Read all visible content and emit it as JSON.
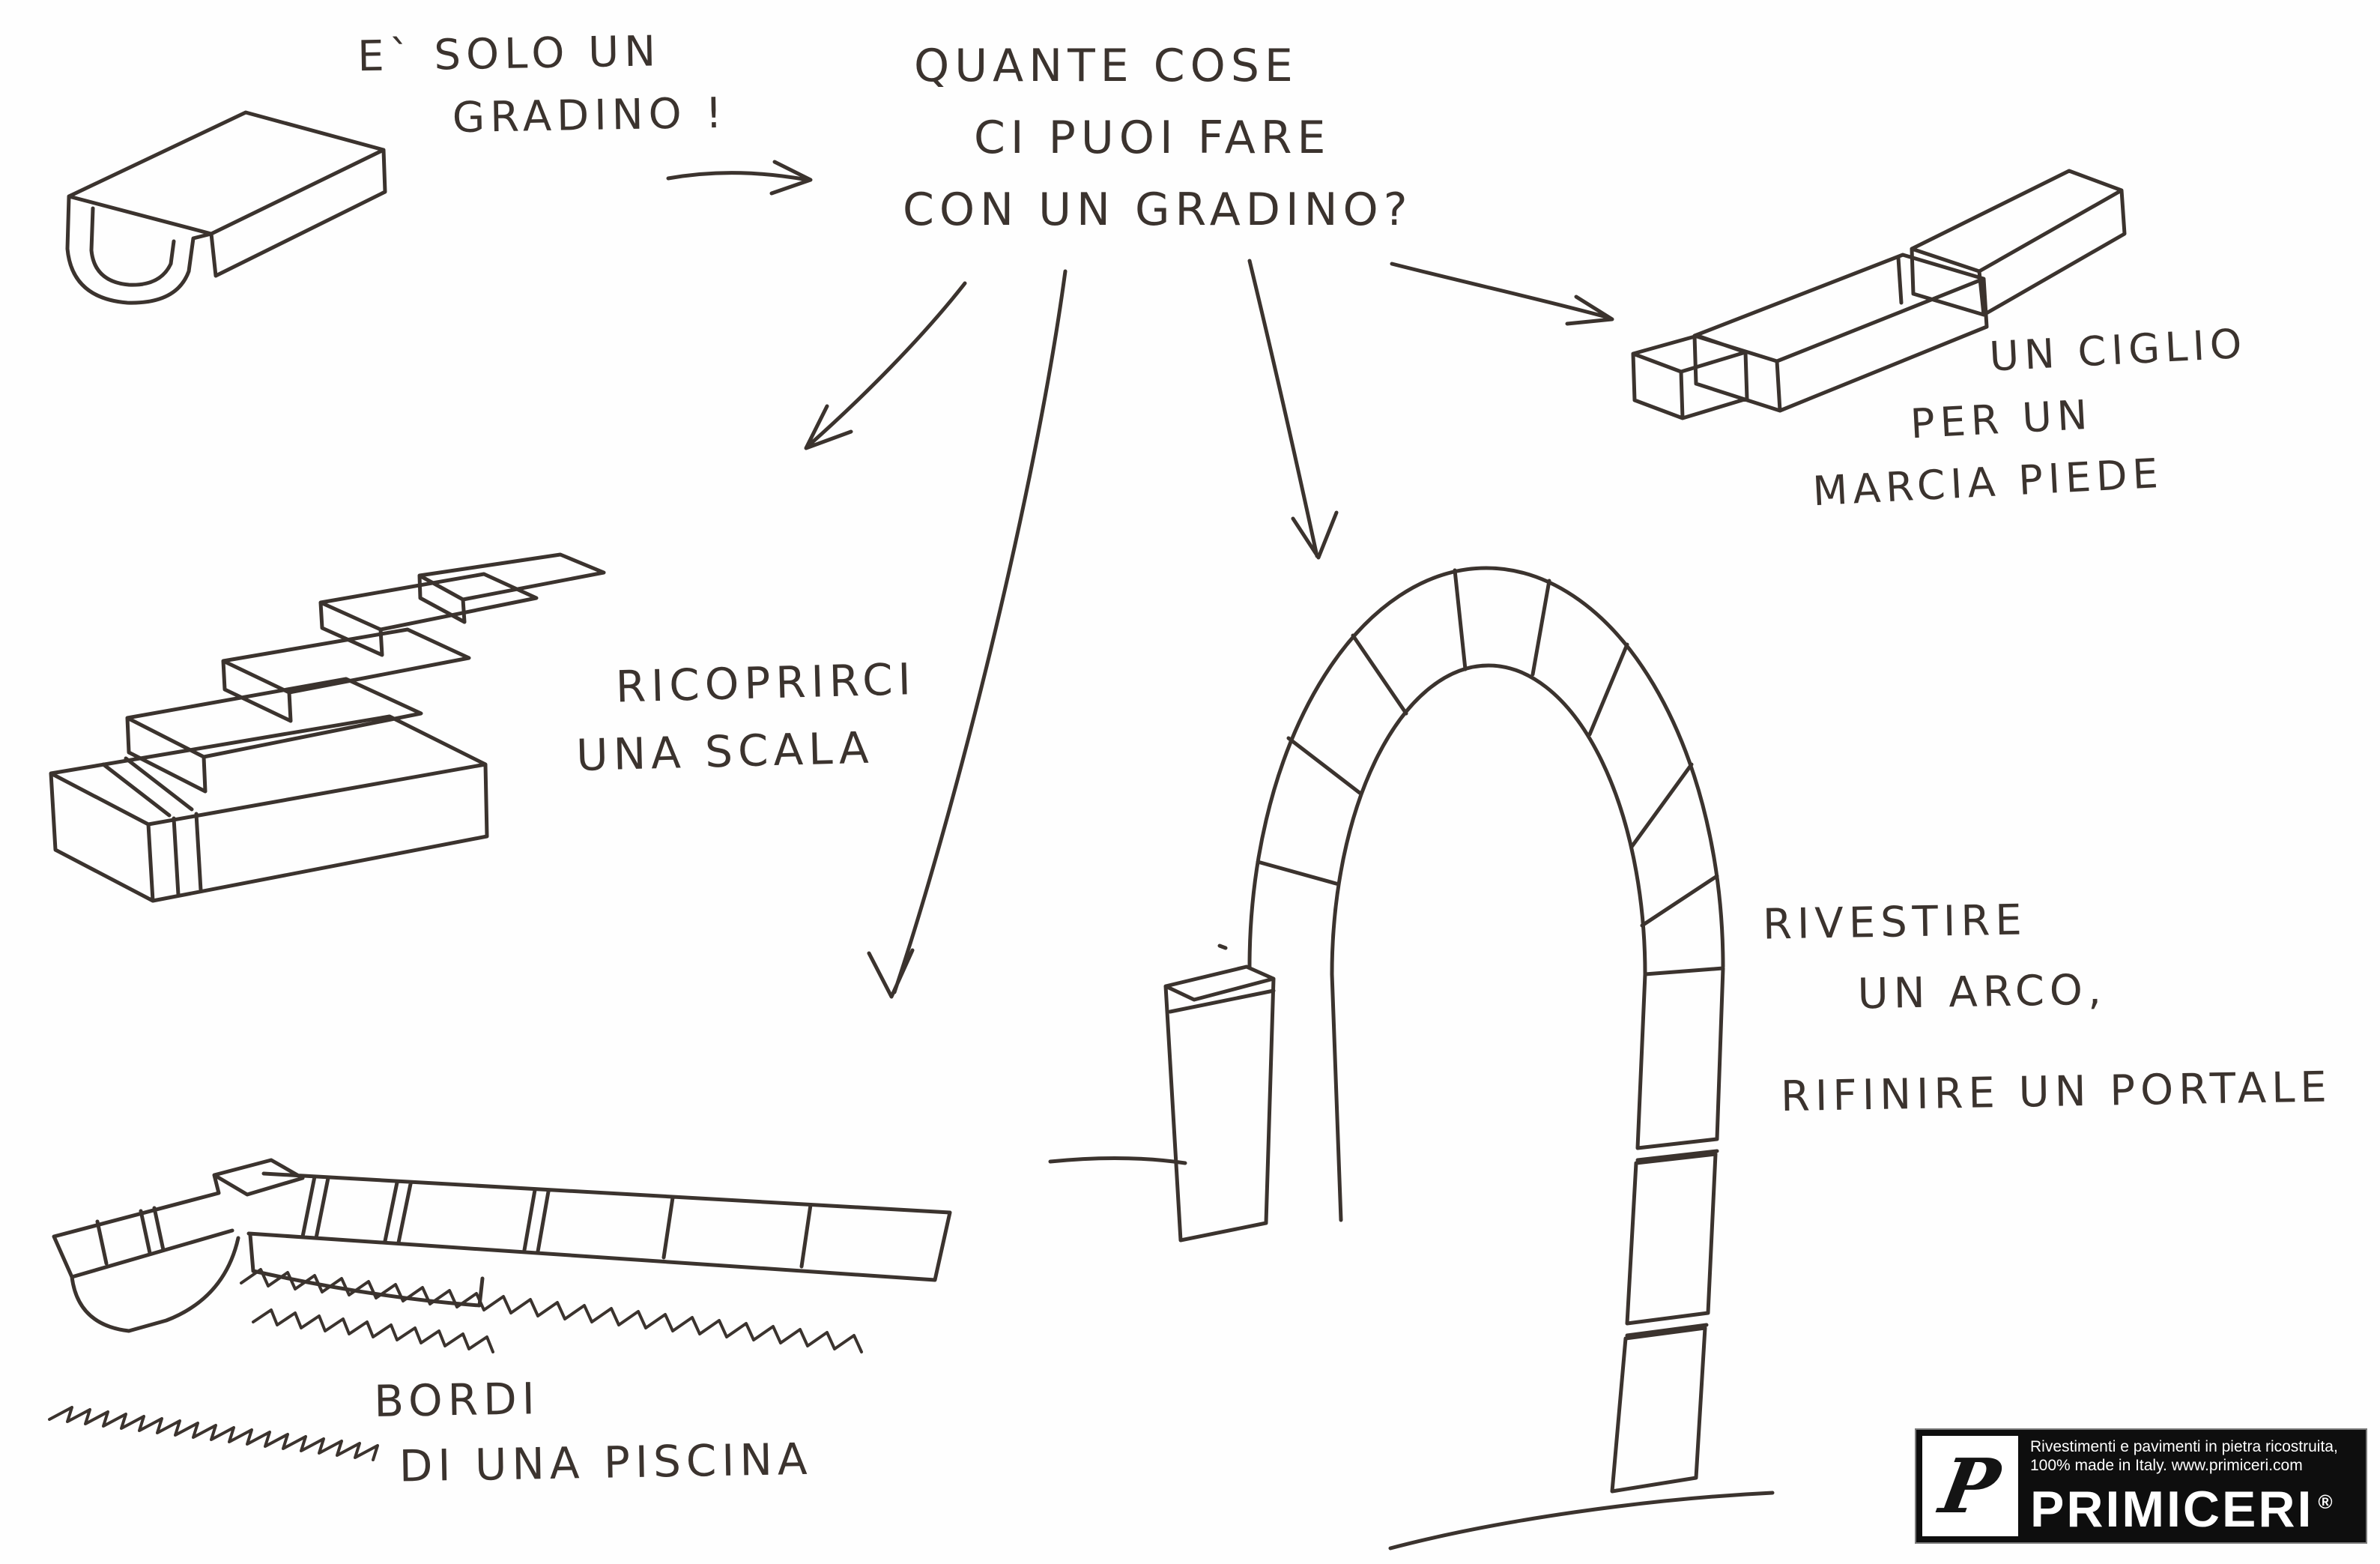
{
  "labels": {
    "just_a_step": {
      "line1": "E` SOLO UN",
      "line2": "GRADINO !"
    },
    "question": {
      "line1": "QUANTE COSE",
      "line2": "CI PUOI FARE",
      "line3": "CON UN GRADINO?"
    },
    "curb": {
      "line1": "UN CIGLIO",
      "line2": "PER UN",
      "line3": "MARCIA PIEDE"
    },
    "stairs": {
      "line1": "RICOPRIRCI",
      "line2": "UNA SCALA"
    },
    "arch": {
      "line1": "RIVESTIRE",
      "line2": "UN ARCO,",
      "line3": "RIFINIRE UN PORTALE"
    },
    "pool": {
      "line1": "BORDI",
      "line2": "DI UNA PISCINA"
    }
  },
  "logo": {
    "monogram": "P",
    "tagline_line1": "Rivestimenti e pavimenti in pietra ricostruita,",
    "tagline_line2": "100% made in Italy. www.primiceri.com",
    "brand": "PRIMICERI",
    "registered": "®"
  },
  "colors": {
    "ink": "#3b332e",
    "paper": "#fefefe",
    "logo_background": "#0e0e0e",
    "logo_text": "#ffffff"
  },
  "drawings": {
    "single_step": "single step block sketch",
    "staircase": "staircase covered with steps sketch",
    "pool_edge": "pool border coping corner sketch",
    "curb": "sidewalk curb blocks sketch",
    "arch": "arch / portal of stone segments sketch"
  }
}
